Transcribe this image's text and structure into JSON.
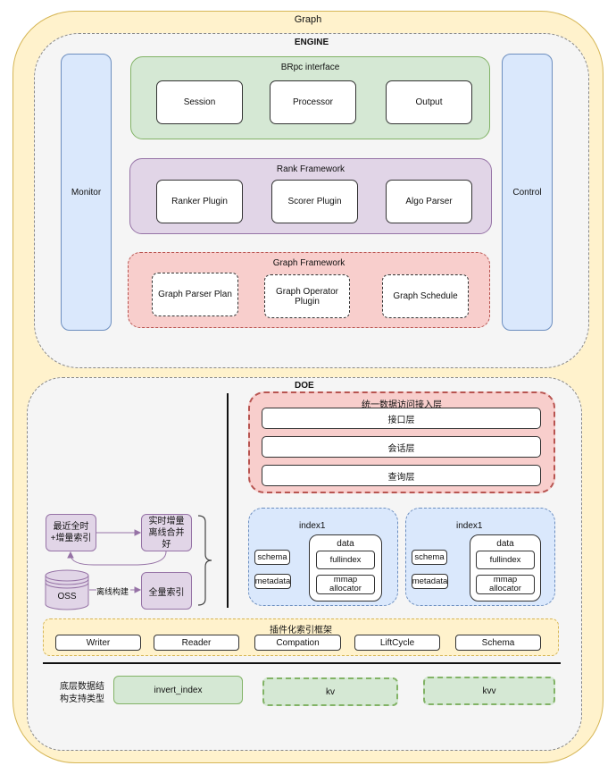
{
  "graph": {
    "title": "Graph"
  },
  "engine": {
    "title": "ENGINE",
    "monitor": "Monitor",
    "control": "Control",
    "brpc": {
      "title": "BRpc interface",
      "items": [
        "Session",
        "Processor",
        "Output"
      ]
    },
    "rank": {
      "title": "Rank Framework",
      "items": [
        "Ranker Plugin",
        "Scorer Plugin",
        "Algo Parser"
      ]
    },
    "graph_framework": {
      "title": "Graph Framework",
      "items": [
        "Graph Parser Plan",
        "Graph Operator Plugin",
        "Graph Schedule"
      ]
    }
  },
  "doe": {
    "title": "DOE",
    "access_layer": {
      "title": "统一数据访问接入层",
      "layers": [
        "接口层",
        "会话层",
        "查询层"
      ]
    },
    "flow": {
      "recent_index": "最近全时+增量索引",
      "realtime_merge": "实时增量离线合并好",
      "oss": "OSS",
      "offline_build": "离线构建",
      "full_index": "全量索引"
    },
    "indexes": [
      {
        "title": "index1",
        "schema": "schema",
        "metadata": "metadata",
        "data_title": "data",
        "fullindex": "fullindex",
        "allocator": "mmap allocator"
      },
      {
        "title": "index1",
        "schema": "schema",
        "metadata": "metadata",
        "data_title": "data",
        "fullindex": "fullindex",
        "allocator": "mmap allocator"
      }
    ],
    "plugin_framework": {
      "title": "插件化索引框架",
      "items": [
        "Writer",
        "Reader",
        "Compation",
        "LiftCycle",
        "Schema"
      ]
    },
    "storage": {
      "label": "底层数据结构支持类型",
      "items": [
        "invert_index",
        "kv",
        "kvv"
      ]
    }
  }
}
